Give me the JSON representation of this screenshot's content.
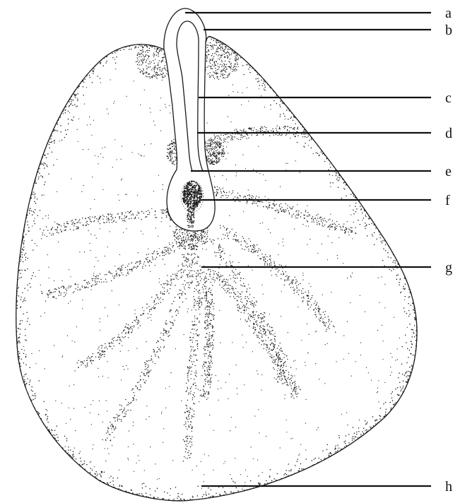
{
  "figure": {
    "labels": [
      {
        "id": "a",
        "text": "a"
      },
      {
        "id": "b",
        "text": "b"
      },
      {
        "id": "c",
        "text": "c"
      },
      {
        "id": "d",
        "text": "d"
      },
      {
        "id": "e",
        "text": "e"
      },
      {
        "id": "f",
        "text": "f"
      },
      {
        "id": "g",
        "text": "g"
      },
      {
        "id": "h",
        "text": "h"
      }
    ],
    "colors": {
      "ink": "#111111",
      "background": "#ffffff"
    }
  }
}
